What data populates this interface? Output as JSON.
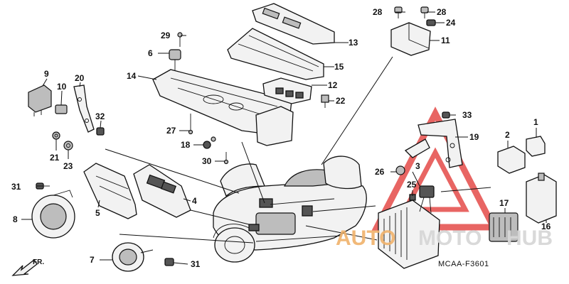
{
  "diagram": {
    "diagram_code": "MCAA-F3601",
    "direction_label": "FR.",
    "watermark": {
      "part1": "AUTO",
      "part2": "MOTO",
      "part3": "HUB"
    },
    "callouts": [
      {
        "id": "c1",
        "label": "1"
      },
      {
        "id": "c2",
        "label": "2"
      },
      {
        "id": "c3",
        "label": "3"
      },
      {
        "id": "c4",
        "label": "4"
      },
      {
        "id": "c5",
        "label": "5"
      },
      {
        "id": "c6",
        "label": "6"
      },
      {
        "id": "c7",
        "label": "7"
      },
      {
        "id": "c8",
        "label": "8"
      },
      {
        "id": "c9",
        "label": "9"
      },
      {
        "id": "c10",
        "label": "10"
      },
      {
        "id": "c11",
        "label": "11"
      },
      {
        "id": "c12",
        "label": "12"
      },
      {
        "id": "c13",
        "label": "13"
      },
      {
        "id": "c14",
        "label": "14"
      },
      {
        "id": "c15",
        "label": "15"
      },
      {
        "id": "c16",
        "label": "16"
      },
      {
        "id": "c17",
        "label": "17"
      },
      {
        "id": "c18",
        "label": "18"
      },
      {
        "id": "c19",
        "label": "19"
      },
      {
        "id": "c20",
        "label": "20"
      },
      {
        "id": "c21",
        "label": "21"
      },
      {
        "id": "c22",
        "label": "22"
      },
      {
        "id": "c23",
        "label": "23"
      },
      {
        "id": "c24",
        "label": "24"
      },
      {
        "id": "c25",
        "label": "25"
      },
      {
        "id": "c26",
        "label": "26"
      },
      {
        "id": "c27",
        "label": "27"
      },
      {
        "id": "c28a",
        "label": "28"
      },
      {
        "id": "c28b",
        "label": "28"
      },
      {
        "id": "c29",
        "label": "29"
      },
      {
        "id": "c30",
        "label": "30"
      },
      {
        "id": "c31a",
        "label": "31"
      },
      {
        "id": "c31b",
        "label": "31"
      },
      {
        "id": "c32",
        "label": "32"
      },
      {
        "id": "c33",
        "label": "33"
      }
    ]
  }
}
